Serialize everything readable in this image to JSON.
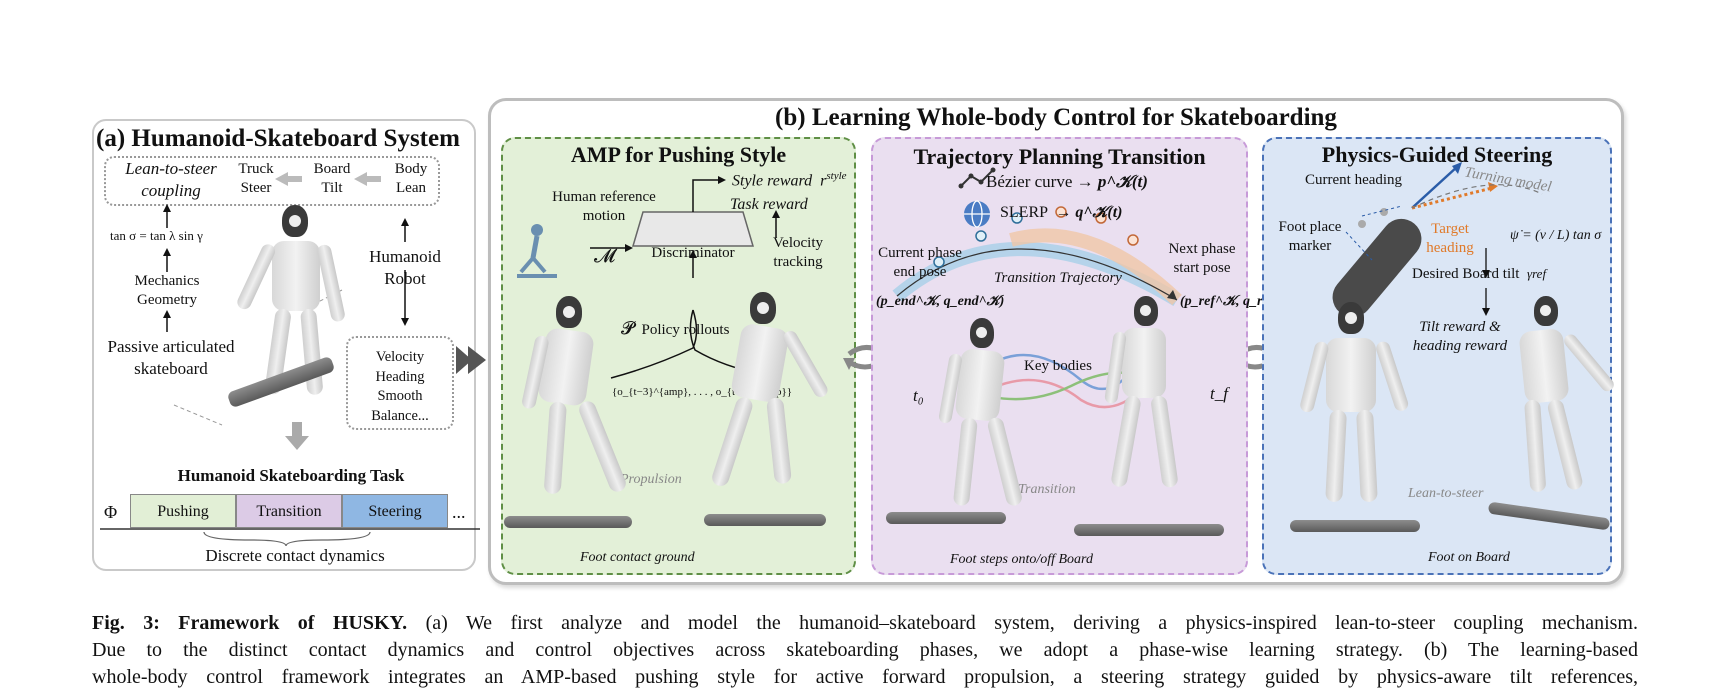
{
  "panel_a": {
    "title": "(a) Humanoid-Skateboard System",
    "chain": {
      "lean_to_steer": "Lean-to-steer",
      "coupling": "coupling",
      "truck_steer_1": "Truck",
      "truck_steer_2": "Steer",
      "board_tilt_1": "Board",
      "board_tilt_2": "Tilt",
      "body_lean_1": "Body",
      "body_lean_2": "Lean"
    },
    "equation": "tan σ = tan λ sin γ",
    "mechanics_1": "Mechanics",
    "mechanics_2": "Geometry",
    "passive_1": "Passive articulated",
    "passive_2": "skateboard",
    "humanoid_1": "Humanoid",
    "humanoid_2": "Robot",
    "objectives": [
      "Velocity",
      "Heading",
      "Smooth",
      "Balance..."
    ],
    "task_title": "Humanoid Skateboarding Task",
    "phi": "Φ",
    "phases": [
      {
        "label": "Pushing",
        "color": "#e2efd6"
      },
      {
        "label": "Transition",
        "color": "#dccbe6"
      },
      {
        "label": "Steering",
        "color": "#8fb7e3"
      }
    ],
    "ellipsis": "...",
    "contact": "Discrete contact dynamics"
  },
  "panel_b": {
    "title": "(b) Learning Whole-body Control for Skateboarding",
    "amp": {
      "title": "AMP for Pushing Style",
      "style_reward": "Style reward",
      "style_sym": "r",
      "style_sup": "style",
      "task_reward": "Task reward",
      "human_ref_1": "Human reference",
      "human_ref_2": "motion",
      "M": "𝓜",
      "discriminator": "Discriminator",
      "velocity_1": "Velocity",
      "velocity_2": "tracking",
      "P": "𝓟",
      "rollouts": "Policy rollouts",
      "obs": "{o_{t−3}^{amp}, . . . , o_{t+1}^{amp}}",
      "propulsion": "Propulsion",
      "foot": "Foot contact ground"
    },
    "traj": {
      "title": "Trajectory Planning Transition",
      "bezier": "Bézier curve",
      "bezier_out": "p^𝒦(t)",
      "slerp": "SLERP",
      "slerp_out": "q^𝒦(t)",
      "cur_1": "Current phase",
      "cur_2": "end pose",
      "cur_sym": "(p_end^𝒦, q_end^𝒦)",
      "next_1": "Next phase",
      "next_2": "start pose",
      "next_sym": "(p_ref^𝒦, q_ref^𝒦)",
      "transition_traj": "Transition Trajectory",
      "key_bodies": "Key bodies",
      "t0": "t₀",
      "tf": "t_f",
      "transition": "Transition",
      "foot": "Foot steps onto/off Board"
    },
    "steer": {
      "title": "Physics-Guided Steering",
      "current_heading": "Current heading",
      "turning_model": "Turning model",
      "foot_place_1": "Foot place",
      "foot_place_2": "marker",
      "target_1": "Target",
      "target_2": "heading",
      "eq": "ψ̇ = (v / L) tan σ",
      "desired_tilt": "Desired Board tilt",
      "gamma": "γref",
      "tilt_1": "Tilt reward &",
      "tilt_2": "heading reward",
      "lean": "Lean-to-steer",
      "foot": "Foot on Board"
    }
  },
  "caption": {
    "bold": "Fig. 3: Framework of HUSKY.",
    "line1": "(a) We first analyze and model the humanoid–skateboard system, deriving a physics-inspired lean-to-steer coupling mechanism.",
    "line2": "Due to the distinct contact dynamics and control objectives across skateboarding phases, we adopt a phase-wise learning strategy. (b) The learning-based",
    "line3": "whole-body control framework integrates an AMP-based pushing style for active forward propulsion, a steering strategy guided by physics-aware tilt references,"
  }
}
